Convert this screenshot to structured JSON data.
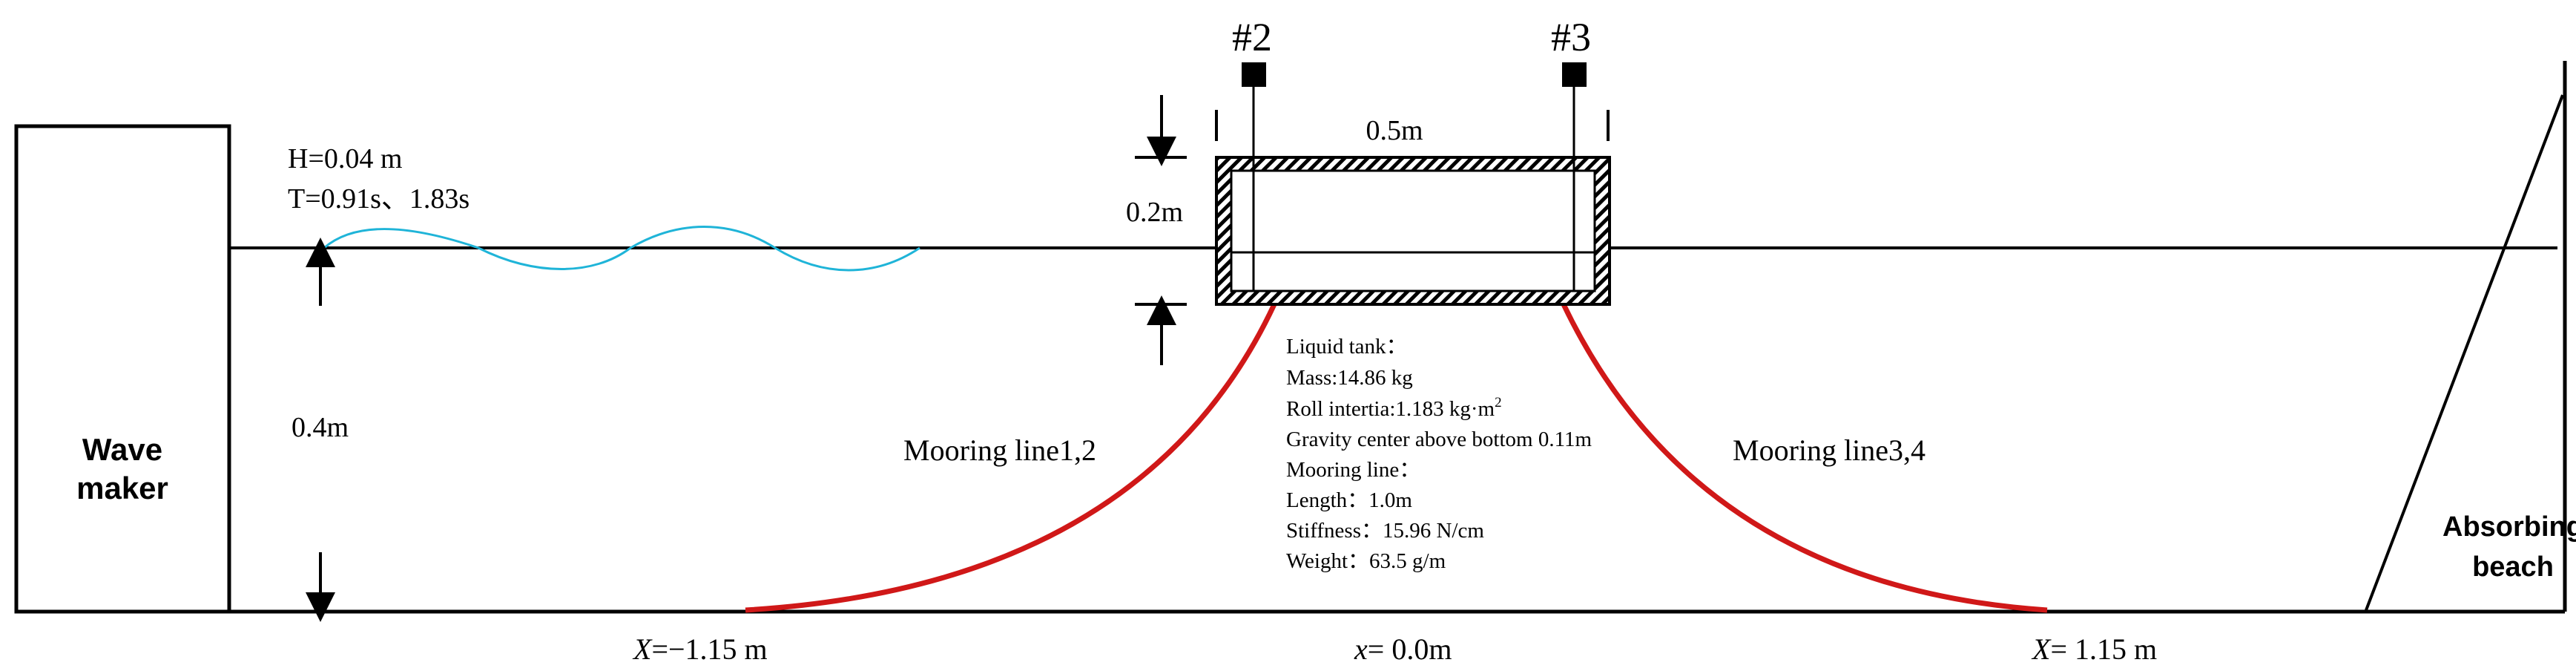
{
  "wave_maker": {
    "line1": "Wave",
    "line2": "maker"
  },
  "absorbing_beach": {
    "line1": "Absorbing",
    "line2": "beach"
  },
  "wave_params": {
    "height": "H=0.04 m",
    "period": "T=0.91s、1.83s"
  },
  "water_depth": "0.4m",
  "tank_width": "0.5m",
  "tank_height": "0.2m",
  "sensors": {
    "left": "#2",
    "right": "#3"
  },
  "mooring_labels": {
    "left": "Mooring line1,2",
    "right": "Mooring line3,4"
  },
  "tank_info": {
    "heading": "Liquid tank：",
    "mass": "Mass:14.86 kg",
    "roll_inertia": "Roll intertia:1.183 kg·m",
    "roll_inertia_sup": "2",
    "gravity_center": "Gravity center above bottom 0.11m",
    "mooring_heading": "Mooring line：",
    "length": "Length：1.0m",
    "stiffness": "Stiffness：15.96 N/cm",
    "weight": "Weight：63.5 g/m"
  },
  "x_positions": {
    "left_var": "X",
    "left_val": "=−1.15 m",
    "center_var": "x",
    "center_val": "= 0.0m",
    "right_var": "X",
    "right_val": "= 1.15 m"
  },
  "colors": {
    "wave": "#1fb4d8",
    "mooring": "#d01818",
    "line": "#000000"
  }
}
